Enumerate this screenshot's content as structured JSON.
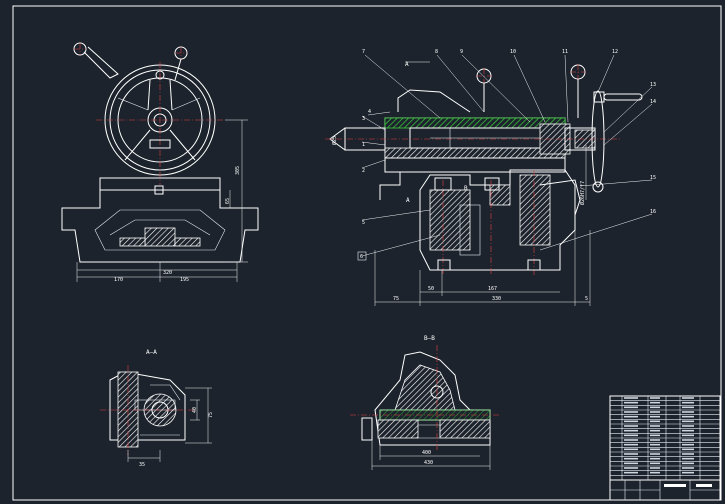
{
  "labels": {
    "section_aa": "A—A",
    "section_bb": "B—B",
    "view_arrow_a": "A",
    "view_arrow_b": "B",
    "view_arrow_a2": "A"
  },
  "balloons": [
    "7",
    "8",
    "9",
    "10",
    "11",
    "12",
    "13",
    "14",
    "15",
    "16",
    "1",
    "2",
    "3",
    "4",
    "5",
    "6"
  ],
  "dimensions": {
    "left_view": [
      "170",
      "195",
      "320",
      "305",
      "65"
    ],
    "main_view": [
      "75",
      "50",
      "167",
      "330",
      "5",
      "Ø25",
      "Ø26H7/f7"
    ],
    "aa_view": [
      "75",
      "35",
      "40"
    ],
    "bb_view": [
      "400",
      "430"
    ]
  },
  "title_block": {
    "rows": 18
  }
}
